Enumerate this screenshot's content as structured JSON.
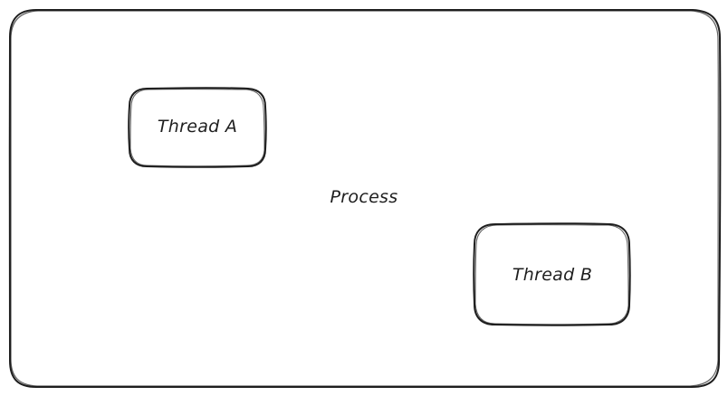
{
  "diagram": {
    "process": {
      "label": "Process"
    },
    "threads": [
      {
        "label": "Thread A"
      },
      {
        "label": "Thread B"
      }
    ],
    "stroke_color": "#1e1e1e",
    "background_color": "#ffffff"
  }
}
